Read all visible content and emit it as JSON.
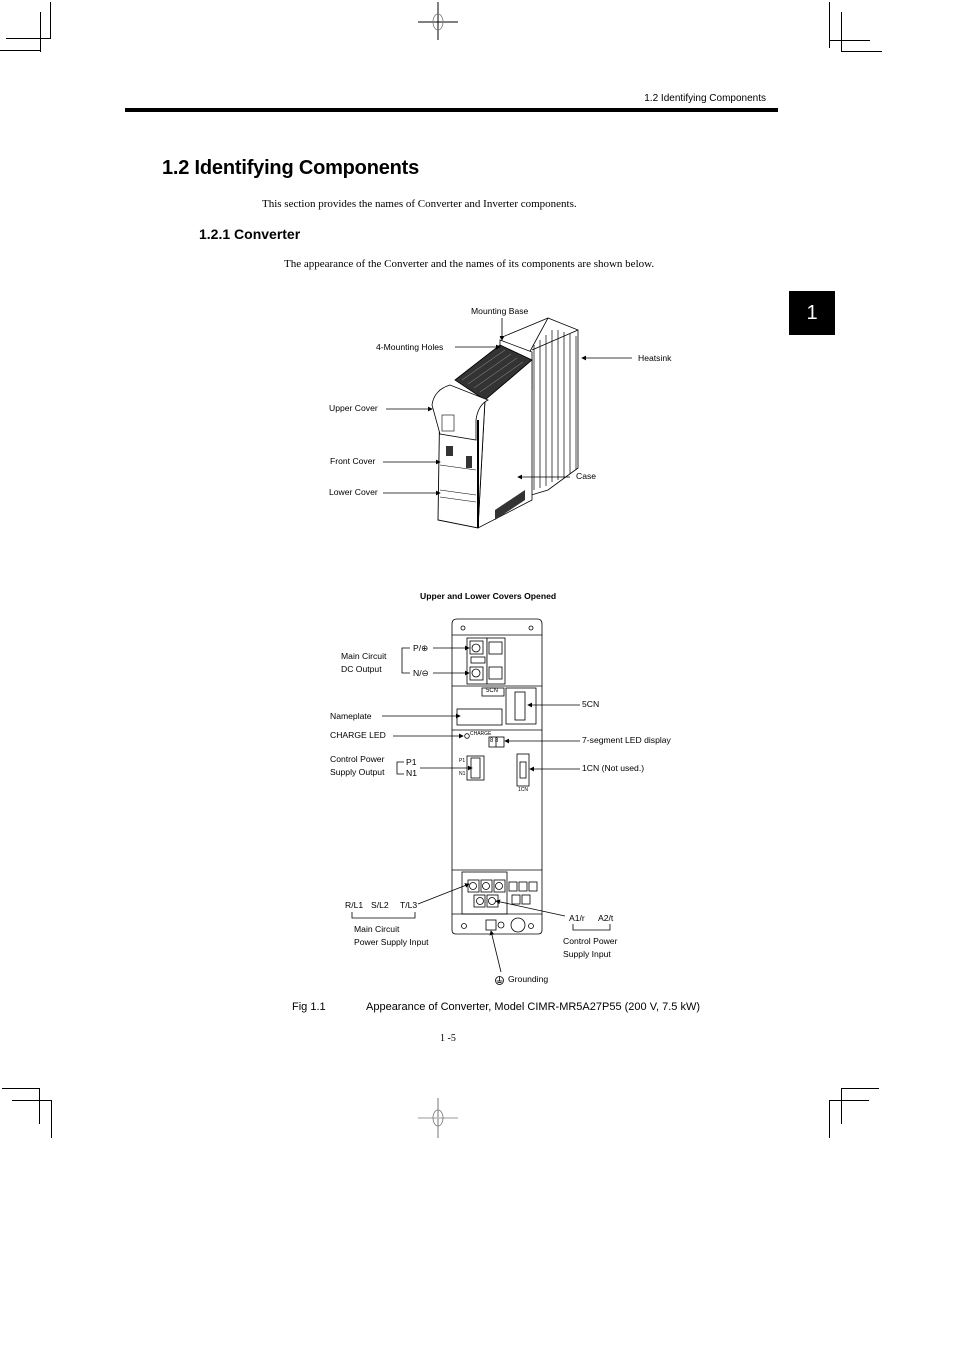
{
  "running_head": "1.2 Identifying Components",
  "chapter_tab": "1",
  "section": {
    "title": "1.2 Identifying Components",
    "intro": "This section provides the names of Converter and Inverter components."
  },
  "subsection": {
    "title": "1.2.1 Converter",
    "intro": "The appearance of the Converter and the names of its components are shown below."
  },
  "figure_top": {
    "labels": {
      "mounting_base": "Mounting Base",
      "mounting_holes": "4-Mounting Holes",
      "heatsink": "Heatsink",
      "upper_cover": "Upper Cover",
      "front_cover": "Front Cover",
      "lower_cover": "Lower Cover",
      "case": "Case"
    }
  },
  "figure_bottom": {
    "title": "Upper and Lower Covers Opened",
    "labels": {
      "main_dc_output_1": "Main Circuit",
      "main_dc_output_2": "DC Output",
      "p_terminal": "P/⊕",
      "n_terminal": "N/⊖",
      "nameplate": "Nameplate",
      "charge_led": "CHARGE LED",
      "control_power_output_1": "Control Power",
      "control_power_output_2": "Supply Output",
      "p1": "P1",
      "n1": "N1",
      "cn5": "5CN",
      "led_display": "7-segment LED display",
      "cn1": "1CN (Not used.)",
      "rl1": "R/L1",
      "sl2": "S/L2",
      "tl3": "T/L3",
      "main_power_input_1": "Main Circuit",
      "main_power_input_2": "Power Supply Input",
      "a1r": "A1/r",
      "a2t": "A2/t",
      "control_power_input_1": "Control Power",
      "control_power_input_2": "Supply Input",
      "grounding": "Grounding"
    },
    "inner_labels": {
      "cn5_tag": "5CN",
      "charge_tag": "CHARGE",
      "led_digits": "8 8",
      "p1_small": "P1",
      "n1_small": "N1",
      "cn1_small": "1CN"
    }
  },
  "caption": {
    "number": "Fig 1.1",
    "text": "Appearance of Converter, Model CIMR-MR5A27P55 (200 V, 7.5 kW)"
  },
  "page_number": "1 -5"
}
